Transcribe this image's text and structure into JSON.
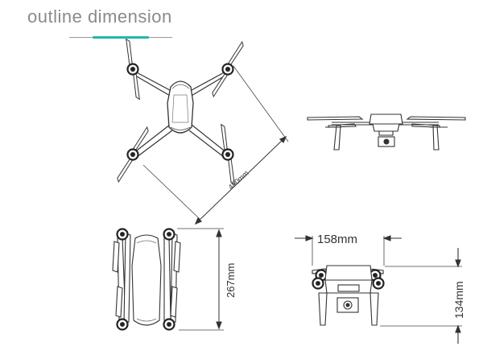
{
  "title": "outline dimension",
  "dimensions": {
    "diagonal": "480mm",
    "folded_height": "267mm",
    "front_width": "158mm",
    "front_height": "134mm"
  },
  "colors": {
    "accent": "#25b5b0",
    "line": "#333333",
    "title": "#8a8a8a"
  }
}
